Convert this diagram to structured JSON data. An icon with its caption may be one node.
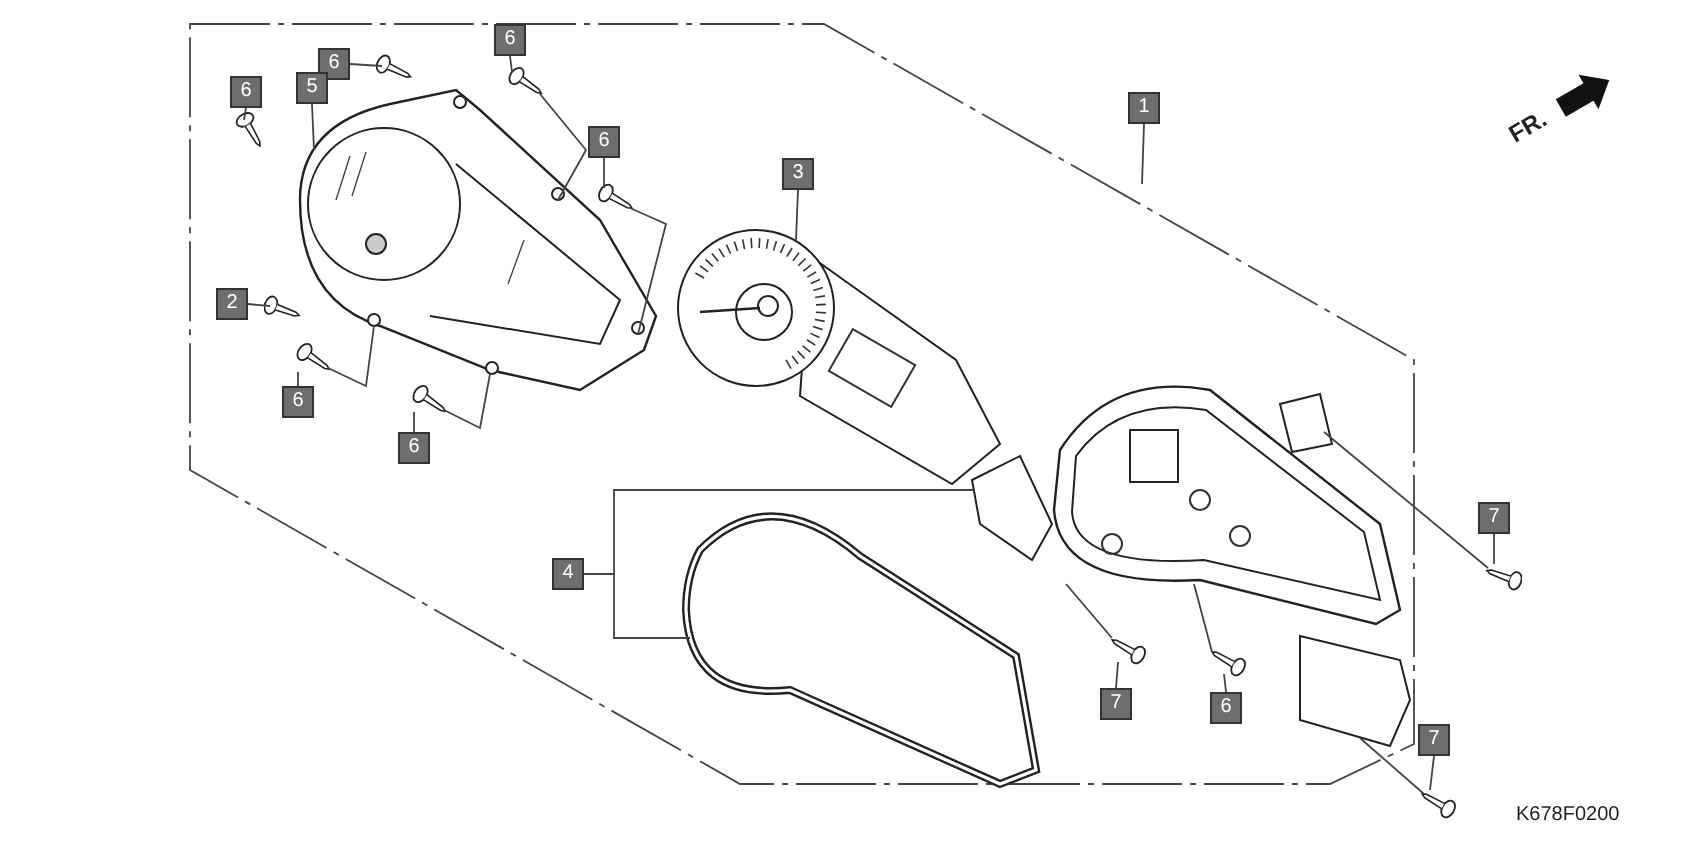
{
  "diagram": {
    "nodes": [
      {
        "text": [
          "6"
        ]
      },
      {
        "text": [
          "6"
        ]
      },
      {
        "text": [
          "6"
        ]
      },
      {
        "text": [
          "5"
        ]
      },
      {
        "text": [
          "1"
        ]
      },
      {
        "text": [
          "6"
        ]
      },
      {
        "text": [
          "3"
        ]
      },
      {
        "text": [
          "2"
        ]
      },
      {
        "text": [
          "6"
        ]
      },
      {
        "text": [
          "6"
        ]
      },
      {
        "text": [
          "7"
        ]
      },
      {
        "text": [
          "4"
        ]
      },
      {
        "text": [
          "7"
        ]
      },
      {
        "text": [
          "6"
        ]
      },
      {
        "text": [
          "7"
        ]
      },
      {
        "text": [],
        "shape": "picture"
      },
      {
        "text": [],
        "shape": "picture"
      },
      {
        "text": [],
        "shape": "picture"
      },
      {
        "text": [],
        "shape": "picture"
      },
      {
        "text": [],
        "shape": "picture"
      },
      {
        "text": [],
        "shape": "picture"
      },
      {
        "text": [],
        "shape": "picture"
      },
      {
        "text": [],
        "shape": "picture"
      },
      {
        "text": [],
        "shape": "picture"
      },
      {
        "text": [],
        "shape": "picture"
      },
      {
        "text": [],
        "shape": "picture"
      },
      {
        "text": [],
        "shape": "picture"
      },
      {
        "text": [],
        "shape": "picture"
      },
      {
        "text": [],
        "shape": "picture"
      },
      {
        "text": [],
        "shape": "picture"
      }
    ],
    "edges": [
      {
        "from": 0,
        "to": 19,
        "arrow": "none"
      },
      {
        "from": 1,
        "to": 20,
        "arrow": "none"
      },
      {
        "from": 2,
        "to": 21,
        "arrow": "none"
      },
      {
        "from": 3,
        "to": 15,
        "arrow": "none"
      },
      {
        "from": 4,
        "to": null,
        "arrow": "none"
      },
      {
        "from": 5,
        "to": 22,
        "arrow": "none"
      },
      {
        "from": 6,
        "to": 16,
        "arrow": "none"
      },
      {
        "from": 7,
        "to": 23,
        "arrow": "none"
      },
      {
        "from": 8,
        "to": 24,
        "arrow": "none"
      },
      {
        "from": 9,
        "to": 25,
        "arrow": "none"
      },
      {
        "from": 10,
        "to": 26,
        "arrow": "none"
      },
      {
        "from": 11,
        "to": 17,
        "arrow": "none"
      },
      {
        "from": 12,
        "to": 27,
        "arrow": "none"
      },
      {
        "from": 13,
        "to": 28,
        "arrow": "none"
      },
      {
        "from": 14,
        "to": 29,
        "arrow": "none"
      },
      {
        "from": 11,
        "to": 18,
        "arrow": "none"
      },
      {
        "from": 19,
        "to": 15,
        "arrow": "none"
      },
      {
        "from": 22,
        "to": 15,
        "arrow": "none"
      },
      {
        "from": 24,
        "to": 15,
        "arrow": "none"
      },
      {
        "from": 25,
        "to": 15,
        "arrow": "none"
      },
      {
        "from": 26,
        "to": 18,
        "arrow": "none"
      },
      {
        "from": 27,
        "to": 18,
        "arrow": "none"
      },
      {
        "from": 28,
        "to": 18,
        "arrow": "none"
      },
      {
        "from": 29,
        "to": 18,
        "arrow": "none"
      }
    ],
    "labels": [
      "FR.",
      "K678F0200"
    ]
  }
}
